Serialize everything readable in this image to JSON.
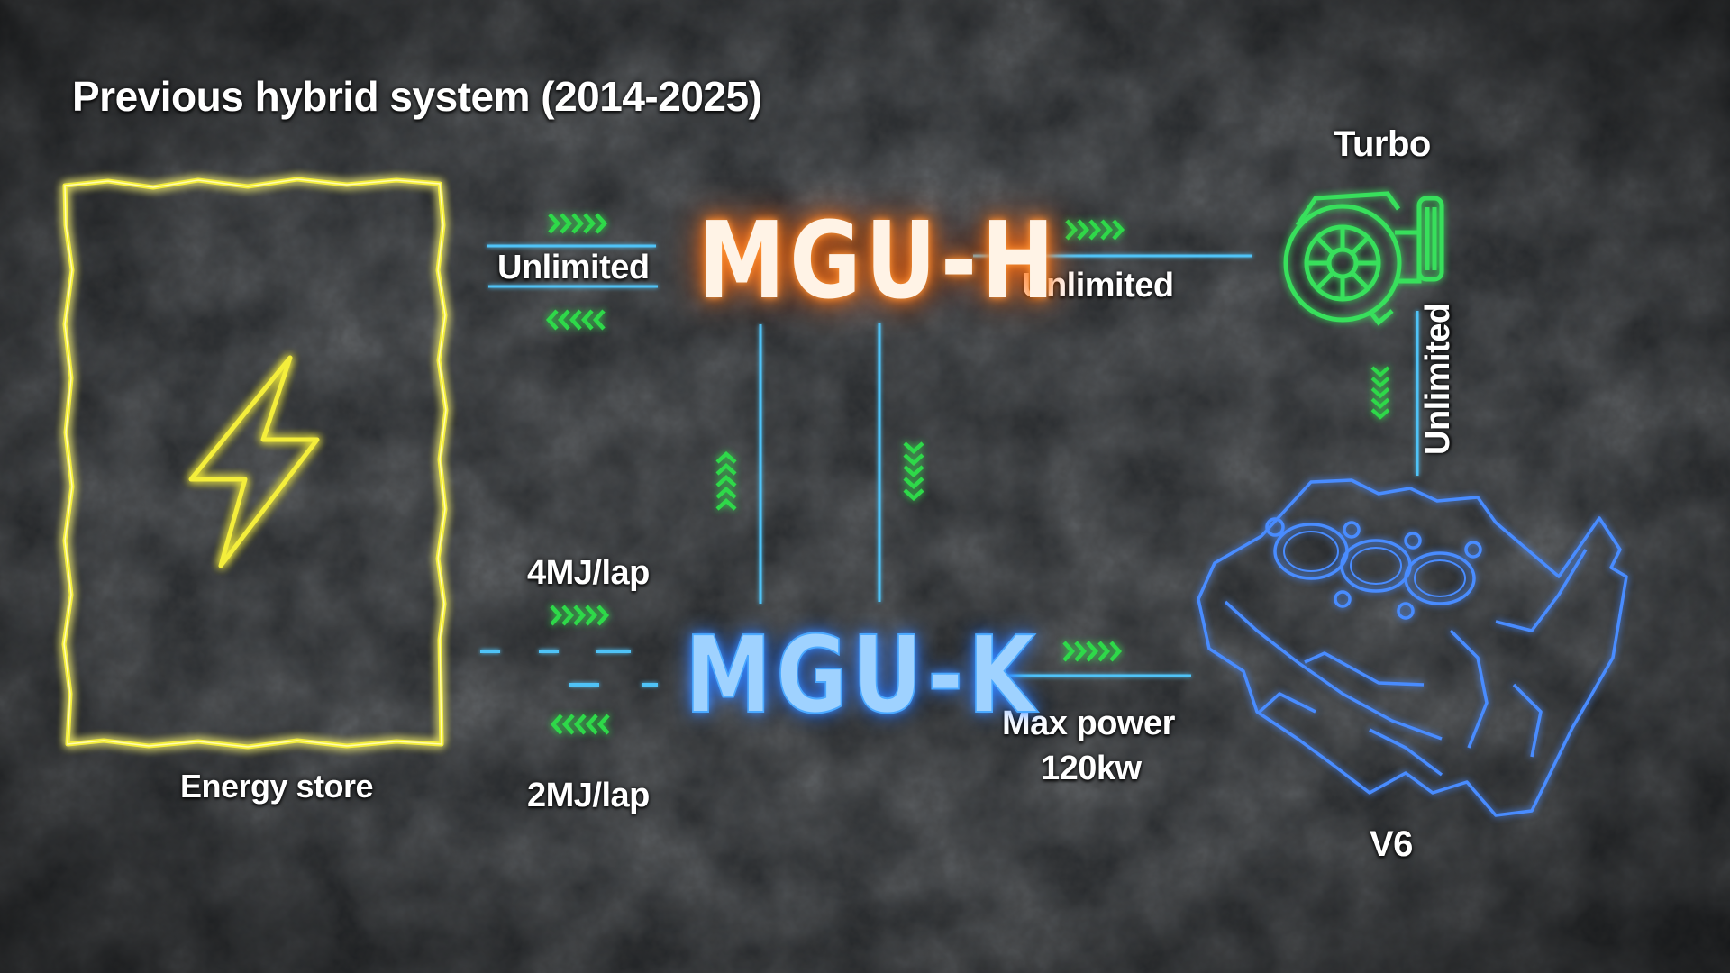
{
  "title": "Previous hybrid system (2014-2025)",
  "nodes": {
    "energy_store": "Energy store",
    "mgu_h": "MGU-H",
    "mgu_k": "MGU-K",
    "turbo": "Turbo",
    "engine": "V6"
  },
  "links": {
    "energy_mguh": "Unlimited",
    "mguh_turbo": "Unlimited",
    "turbo_engine": "Unlimited",
    "energy_to_mguk": "4MJ/lap",
    "mguk_to_energy": "2MJ/lap",
    "mguk_engine_line1": "Max power",
    "mguk_engine_line2": "120kw"
  },
  "colors": {
    "battery": "#f4ee3a",
    "mgu_h_glow": "#ff7a1a",
    "mgu_k_glow": "#3d8fff",
    "turbo": "#37e05c",
    "engine": "#4a8cff",
    "arrows": "#2fd94a",
    "connector": "#4fc3f7"
  },
  "icons": {
    "battery": "lightning-bolt-icon",
    "turbo": "turbocharger-icon",
    "engine": "engine-block-icon"
  }
}
